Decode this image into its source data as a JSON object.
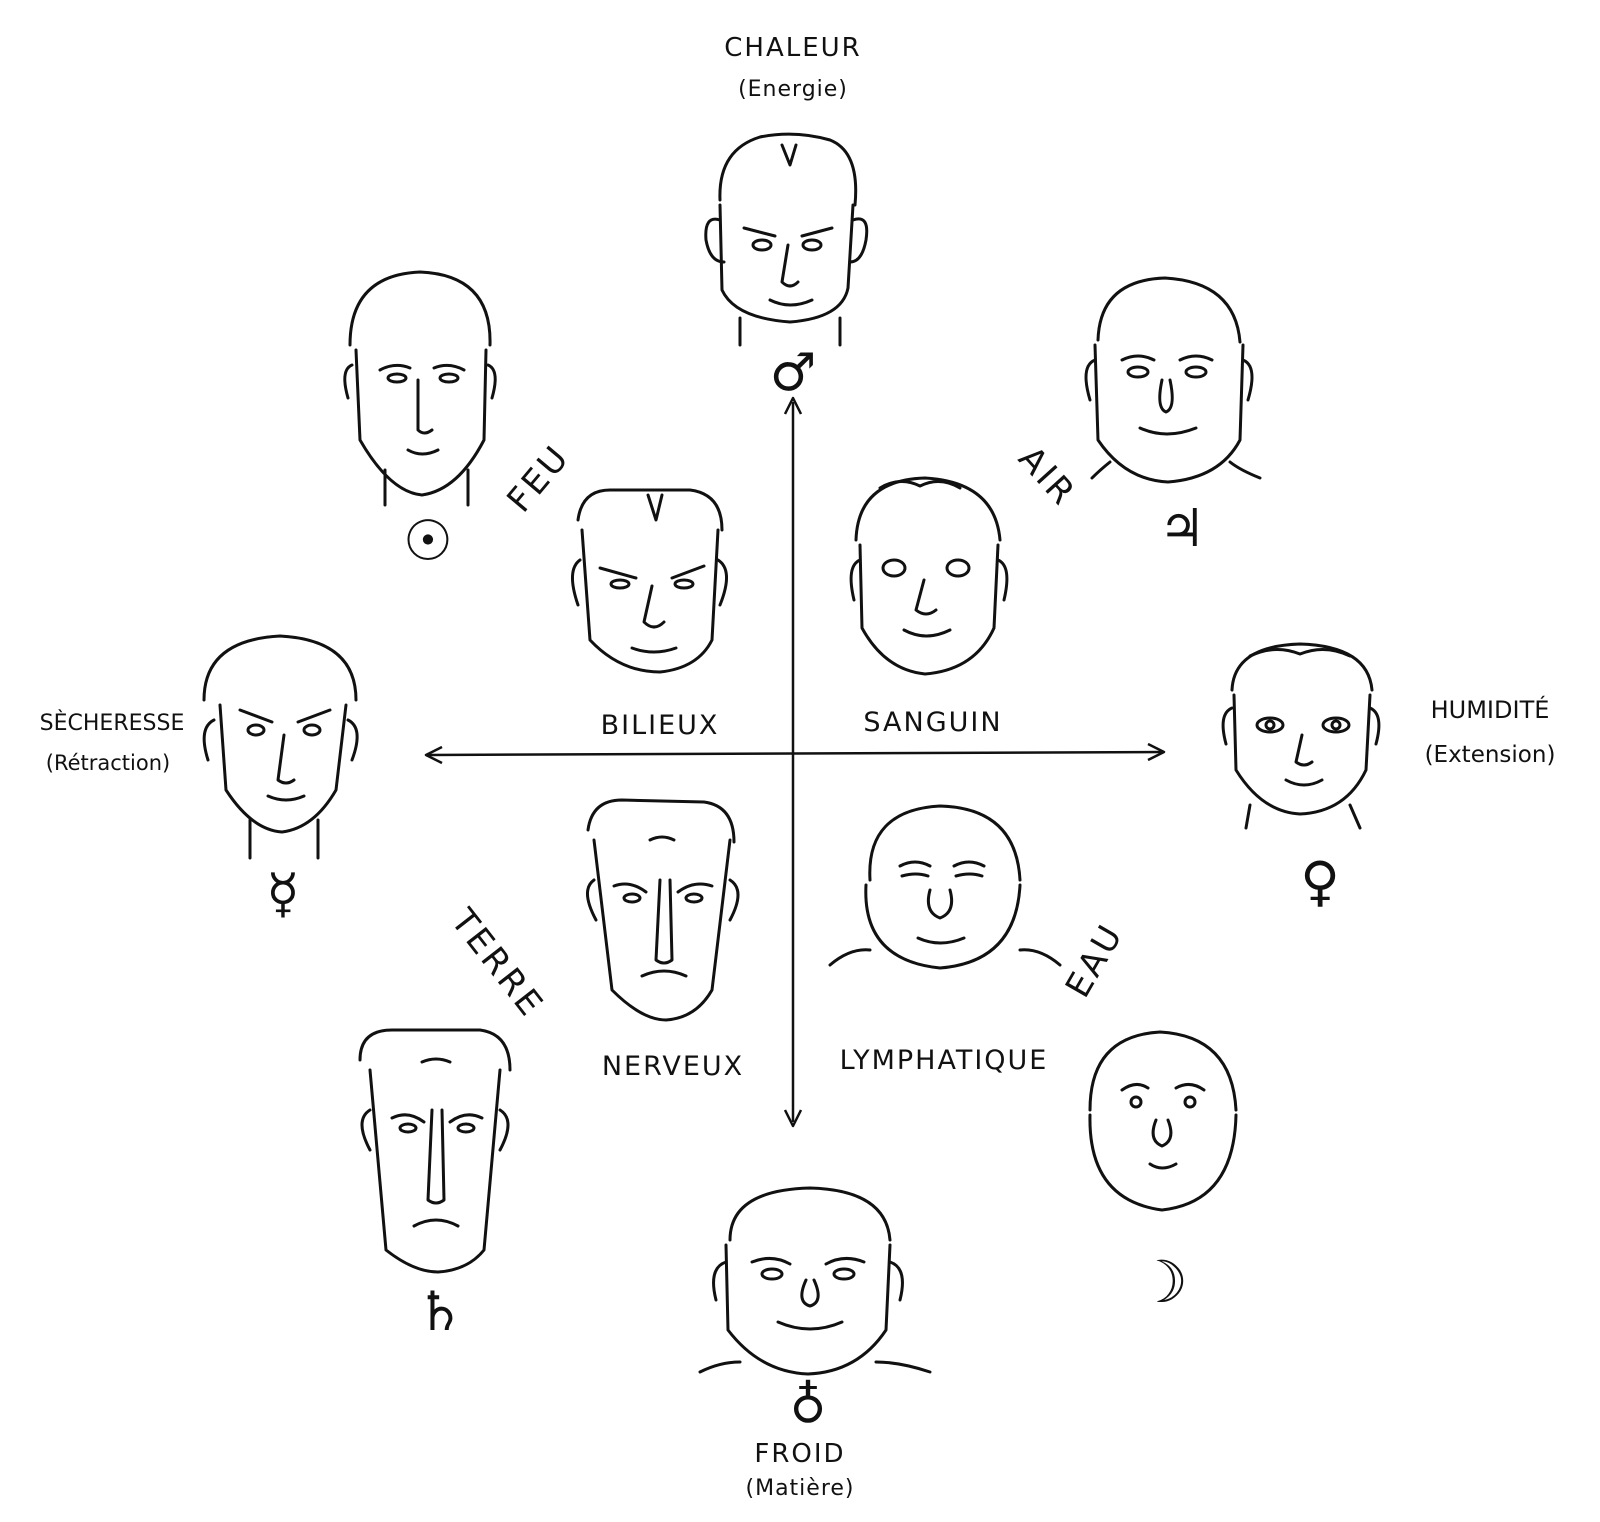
{
  "poles": {
    "top": {
      "name": "CHALEUR",
      "sub": "(Energie)",
      "symbol": "♂"
    },
    "bottom": {
      "name": "FROID",
      "sub": "(Matière)",
      "symbol": "♁"
    },
    "left": {
      "name": "SÈCHERESSE",
      "sub": "(Rétraction)",
      "symbol": "☿"
    },
    "right": {
      "name": "HUMIDITÉ",
      "sub": "(Extension)",
      "symbol": "♀"
    }
  },
  "elements": {
    "feu": {
      "label": "FEU",
      "symbol": "☉"
    },
    "air": {
      "label": "AIR",
      "symbol": "♃"
    },
    "terre": {
      "label": "TERRE",
      "symbol": "♄"
    },
    "eau": {
      "label": "EAU",
      "symbol": "☽"
    }
  },
  "temperaments": {
    "bilieux": "BILIEUX",
    "sanguin": "SANGUIN",
    "nerveux": "NERVEUX",
    "lymphatique": "LYMPHATIQUE"
  },
  "colors": {
    "ink": "#111111",
    "paper": "#ffffff"
  }
}
